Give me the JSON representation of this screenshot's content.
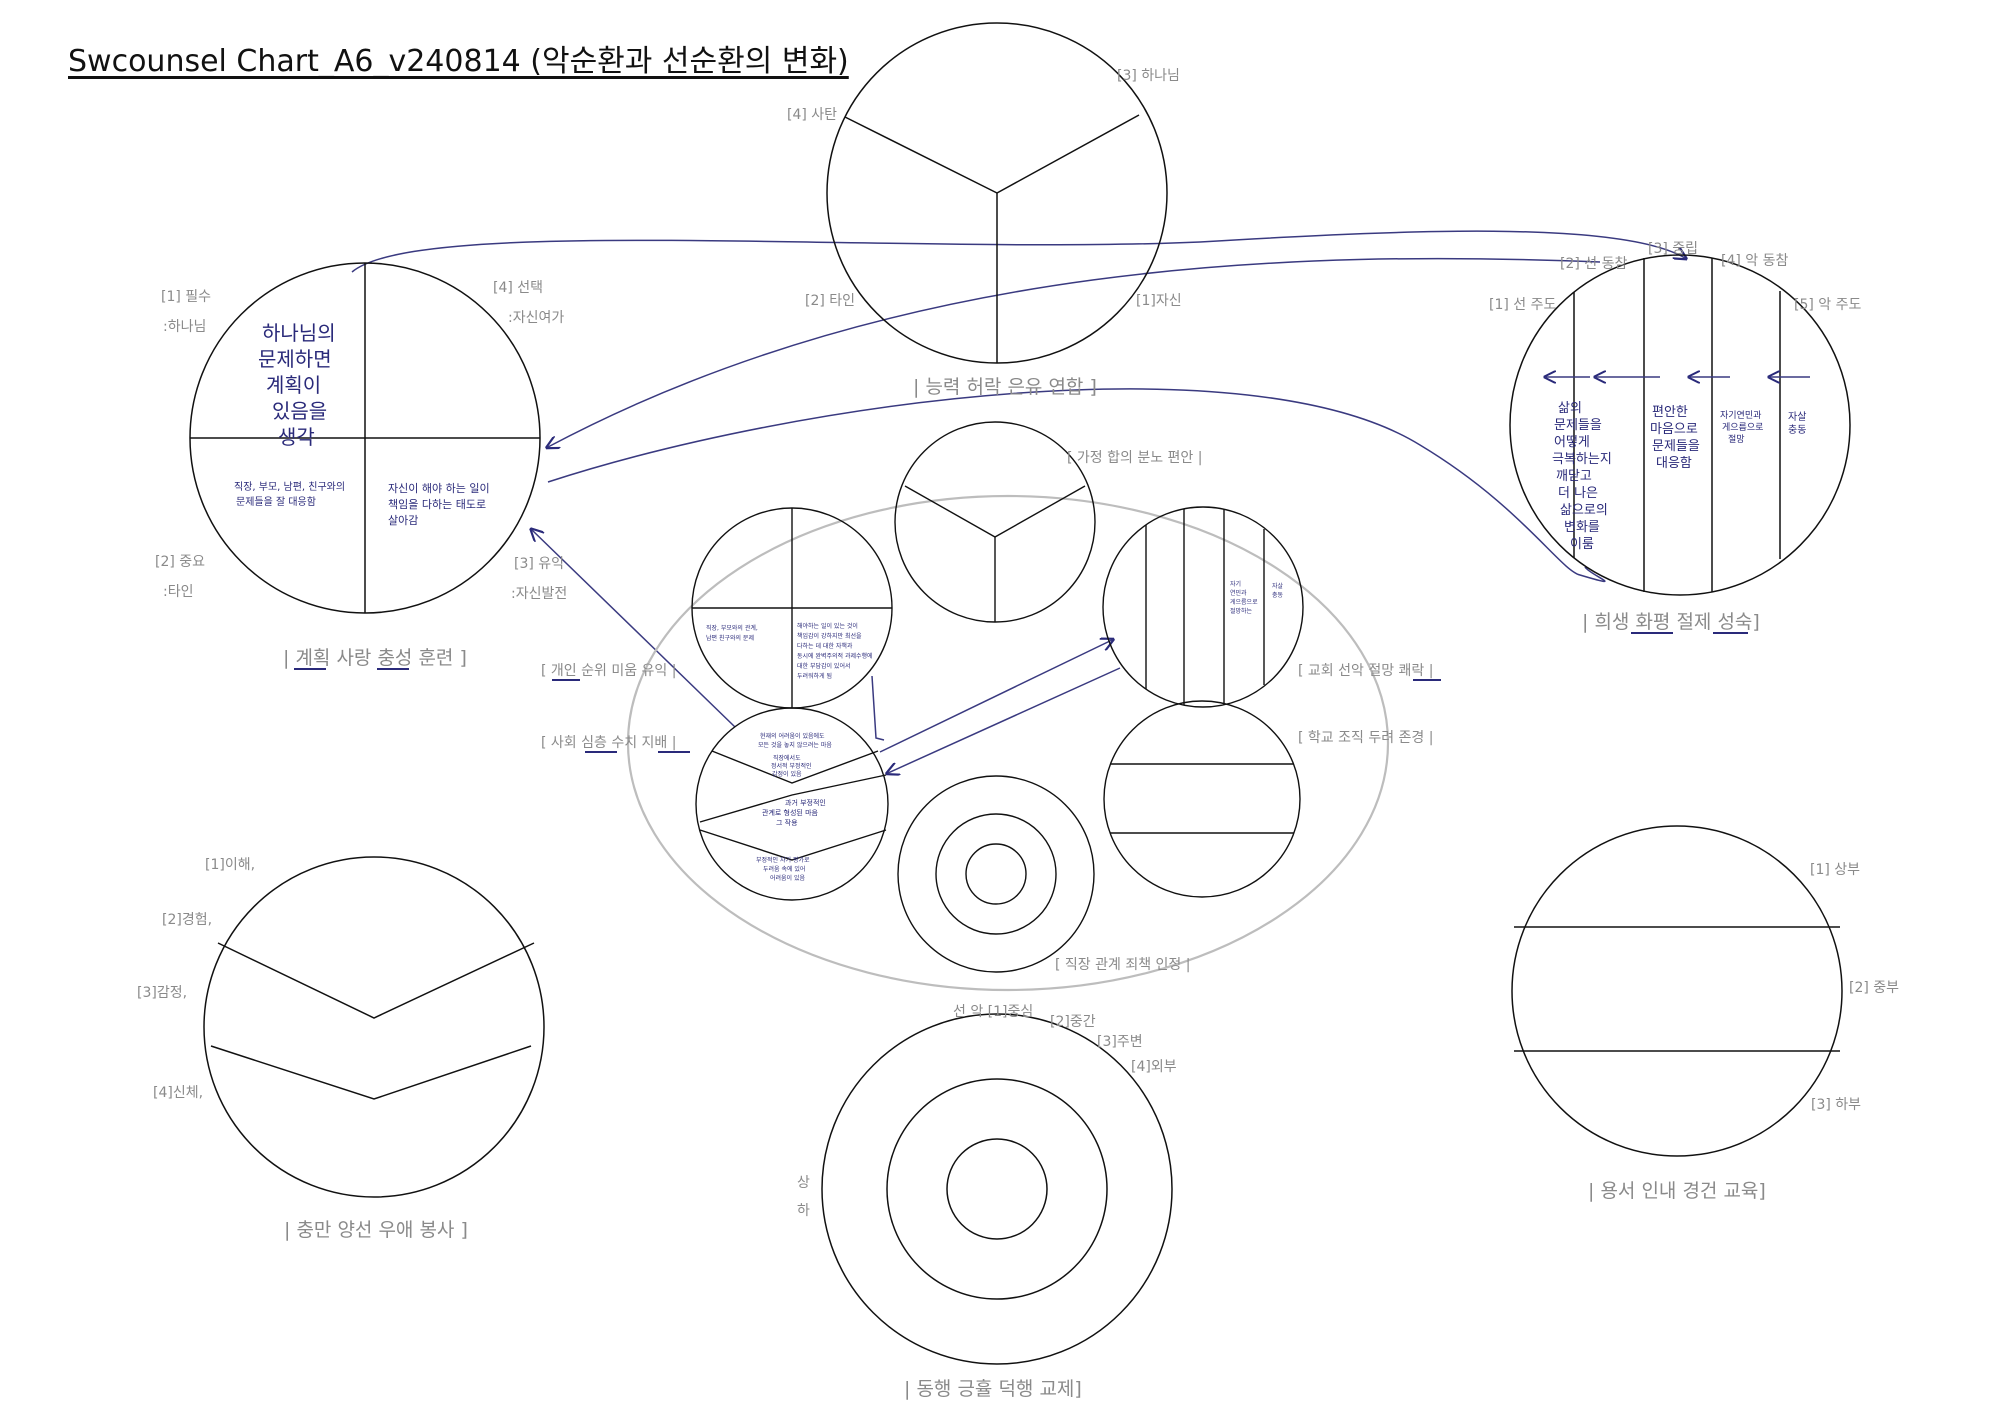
{
  "title": "Swcounsel Chart_A6_v240814 (악순환과 선순환의 변화)",
  "colors": {
    "ink": "#2a2a7a",
    "line": "#111111",
    "label": "#8a8a8a",
    "ring": "#bdbdbd"
  },
  "top": {
    "caption": "| 능력 허락 은유 연합 ]",
    "labels": {
      "l3": "[3] 하나님",
      "l4": "[4] 사탄",
      "l2": "[2] 타인",
      "l1": "[1]자신"
    }
  },
  "left": {
    "caption": "| 계획 사랑 충성 훈련 ]",
    "labels": {
      "l1a": "[1] 필수",
      "l1b": ":하나님",
      "l4a": "[4] 선택",
      "l4b": ":자신여가",
      "l2a": "[2] 중요",
      "l2b": ":타인",
      "l3a": "[3] 유익",
      "l3b": ":자신발전"
    },
    "notes": {
      "q1": [
        "하나님의",
        "문제하면",
        "계획이",
        "있음을",
        "생각"
      ],
      "q2": [
        "직장, 부모, 남편, 친구와의",
        "문제들을 잘 대응함"
      ],
      "q3": [
        "자신이 해야 하는 일이",
        "책임을 다하는 태도로",
        "살아감"
      ]
    }
  },
  "right": {
    "caption": "| 희생 화평 절제 성숙]",
    "labels": {
      "l3": "[3] 중립",
      "l2": "[2] 선 동참",
      "l4": "[4] 악 동참",
      "l1": "[1] 선 주도",
      "l5": "[5] 악 주도"
    },
    "notes": {
      "c1": [
        "삶의",
        "문제들을",
        "어떻게",
        "극복하는지",
        "깨닫고",
        "더 나은",
        "삶으로의",
        "변화를",
        "이룸"
      ],
      "c2": [
        "편안한",
        "마음으로",
        "문제들을",
        "대응함"
      ],
      "c3": [
        "자기연민과",
        "게으름으로",
        "절망"
      ],
      "c4": [
        "자살",
        "충동"
      ]
    }
  },
  "center": {
    "labels": {
      "family": "[ 가정 합의 분노 편안 |",
      "individual": "[ 개인 순위 미움 유익 |",
      "church": "[ 교회 선악 절망 쾌락 |",
      "society": "[ 사회 심층 수치 지배 |",
      "school": "[ 학교 조직 두려 존경 |",
      "work": "[ 직장 관계 죄책 인정 |"
    },
    "notes": {
      "ind_q2": [
        "직장, 부모와의 관계,",
        "남편 친구와의 문제"
      ],
      "ind_q3": [
        "해야하는 일이 있는 것이",
        "책임감이 강하지만 최선을",
        "다하는 데 대한 자책과",
        "동시에 완벽주의적 과제수행에",
        "대한 부담감이 있어서",
        "두려워하게 됨"
      ],
      "church_c4": [
        "자기",
        "연민과",
        "게으름으로",
        "절망하는"
      ],
      "church_c5": [
        "자살",
        "충동"
      ],
      "soc_1": [
        "현재의 어려움이 있음에도",
        "모든 것을 놓지 않으려는 마음"
      ],
      "soc_2": [
        "직장에서도",
        "정서적 부정적인",
        "감정이 있음"
      ],
      "soc_3": [
        "과거 부정적인",
        "관계로 형성된 마음",
        "그 작용"
      ],
      "soc_4": [
        "부정적인 자기 평가로",
        "두려움 속에 있어",
        "어려움이 있음"
      ]
    }
  },
  "bottom_left": {
    "caption": "| 충만 양선 우애 봉사 ]",
    "labels": {
      "l1": "[1]이해,",
      "l2": "[2]경험,",
      "l3": "[3]감정,",
      "l4": "[4]신체,"
    }
  },
  "bottom_center": {
    "caption": "| 동행 긍휼 덕행 교제]",
    "labels": {
      "top": "선  악  [1]중심",
      "l2": "[2]중간",
      "l3": "[3]주변",
      "l4": "[4]외부",
      "up": "상",
      "down": "하"
    }
  },
  "bottom_right": {
    "caption": "| 용서 인내 경건 교육]",
    "labels": {
      "l1": "[1] 상부",
      "l2": "[2] 중부",
      "l3": "[3] 하부"
    }
  }
}
